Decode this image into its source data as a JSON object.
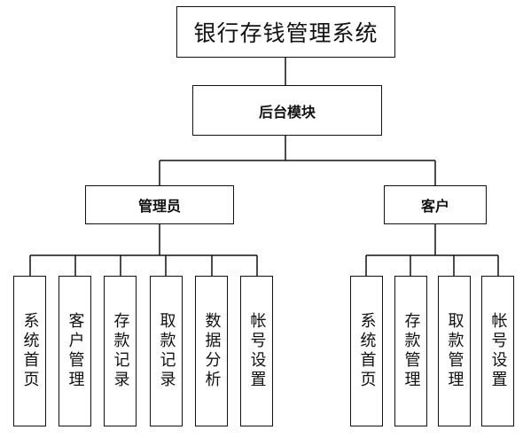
{
  "diagram": {
    "root": {
      "label": "银行存钱管理系统"
    },
    "backend": {
      "label": "后台模块"
    },
    "admin": {
      "label": "管理员",
      "items": [
        {
          "label": "系统首页"
        },
        {
          "label": "客户管理"
        },
        {
          "label": "存款记录"
        },
        {
          "label": "取款记录"
        },
        {
          "label": "数据分析"
        },
        {
          "label": "帐号设置"
        }
      ]
    },
    "customer": {
      "label": "客户",
      "items": [
        {
          "label": "系统首页"
        },
        {
          "label": "存款管理"
        },
        {
          "label": "取款管理"
        },
        {
          "label": "帐号设置"
        }
      ]
    }
  },
  "colors": {
    "line": "#111111",
    "box_border": "#111111",
    "background": "#ffffff"
  }
}
